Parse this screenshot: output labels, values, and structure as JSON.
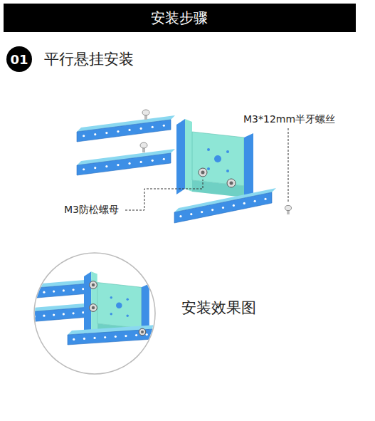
{
  "diagram": {
    "title": "安装步骤",
    "nodes": [
      {
        "text": [
          "01"
        ]
      }
    ],
    "labels": [
      "平行悬挂安装",
      "M3*12mm半牙螺丝",
      "M3防松螺母",
      "安装效果图"
    ]
  }
}
